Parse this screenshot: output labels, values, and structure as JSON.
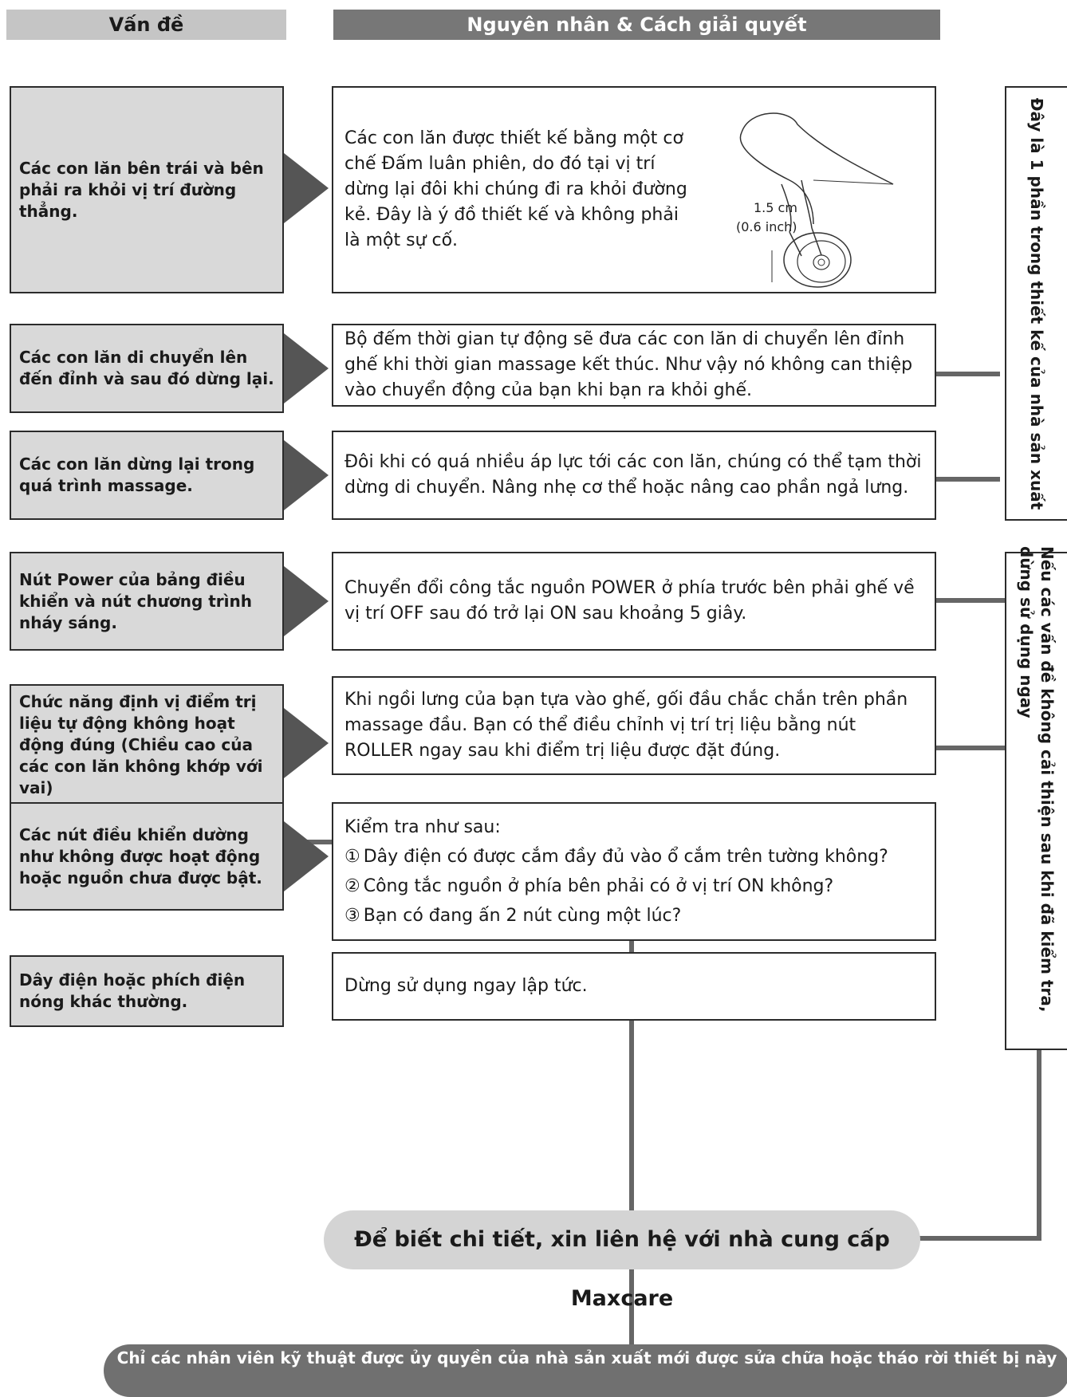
{
  "headers": {
    "problem": "Vấn đề",
    "solution": "Nguyên nhân & Cách giải quyết"
  },
  "rows": [
    {
      "problem": "Các con lăn bên trái và bên phải ra khỏi vị trí đường thẳng.",
      "solution": "Các con lăn được thiết kế bằng một cơ chế Đấm luân phiên, do đó tại vị trí dừng lại đôi khi chúng đi ra khỏi đường kẻ. Đây là ý đồ thiết kế và không phải là một sự cố.",
      "figure_label_1": "1.5 cm",
      "figure_label_2": "(0.6 inch)"
    },
    {
      "problem": "Các con lăn di chuyển lên đến đỉnh và sau đó dừng lại.",
      "solution": "Bộ đếm thời gian tự động sẽ đưa các con lăn di chuyển lên đỉnh ghế khi thời gian massage kết thúc. Như vậy nó không can thiệp vào chuyển động của bạn khi bạn ra khỏi ghế."
    },
    {
      "problem": "Các con lăn dừng lại trong quá trình massage.",
      "solution": "Đôi khi có quá nhiều áp lực tới các con lăn, chúng có thể tạm thời dừng di chuyển. Nâng nhẹ cơ thể hoặc nâng cao phần ngả lưng."
    },
    {
      "problem": "Nút Power của bảng điều khiển và nút chương trình nháy sáng.",
      "solution": "Chuyển đổi công tắc nguồn POWER ở phía trước bên phải ghế về vị trí OFF sau đó trở lại ON sau khoảng 5 giây."
    },
    {
      "problem": "Chức năng định vị điểm trị liệu tự động không hoạt động đúng (Chiều cao của các con lăn không khớp với vai)",
      "solution": "Khi ngồi lưng của bạn tựa vào ghế, gối đầu chắc chắn trên phần massage đầu. Bạn có thể điều chỉnh vị trí trị liệu bằng nút ROLLER ngay sau khi điểm trị liệu được đặt đúng."
    },
    {
      "problem": "Các nút điều khiển dường như không được hoạt động hoặc nguồn chưa được bật.",
      "solution_title": "Kiểm tra như sau:",
      "checks": [
        {
          "num": "①",
          "text": "Dây điện có được cắm đầy đủ vào ổ cắm trên tường không?"
        },
        {
          "num": "②",
          "text": "Công tắc nguồn ở phía bên phải có ở vị trí ON không?"
        },
        {
          "num": "③",
          "text": "Bạn có đang ấn 2 nút cùng một lúc?"
        }
      ]
    },
    {
      "problem": "Dây điện hoặc phích điện nóng khác thường.",
      "solution": "Dừng sử dụng ngay lập tức."
    }
  ],
  "side_note_1": "Đây là 1 phần trong thiết kế của nhà sản xuất",
  "side_note_2": "Nếu các vấn đề không cải thiện sau khi đã kiểm tra, dừng sử dụng ngay",
  "contact": "Để biết chi tiết, xin liên hệ với nhà cung cấp Maxcare",
  "footer": "Chỉ các nhân viên kỹ thuật được ủy quyền của nhà sản xuất mới được sửa chữa hoặc tháo rời  thiết bị này"
}
